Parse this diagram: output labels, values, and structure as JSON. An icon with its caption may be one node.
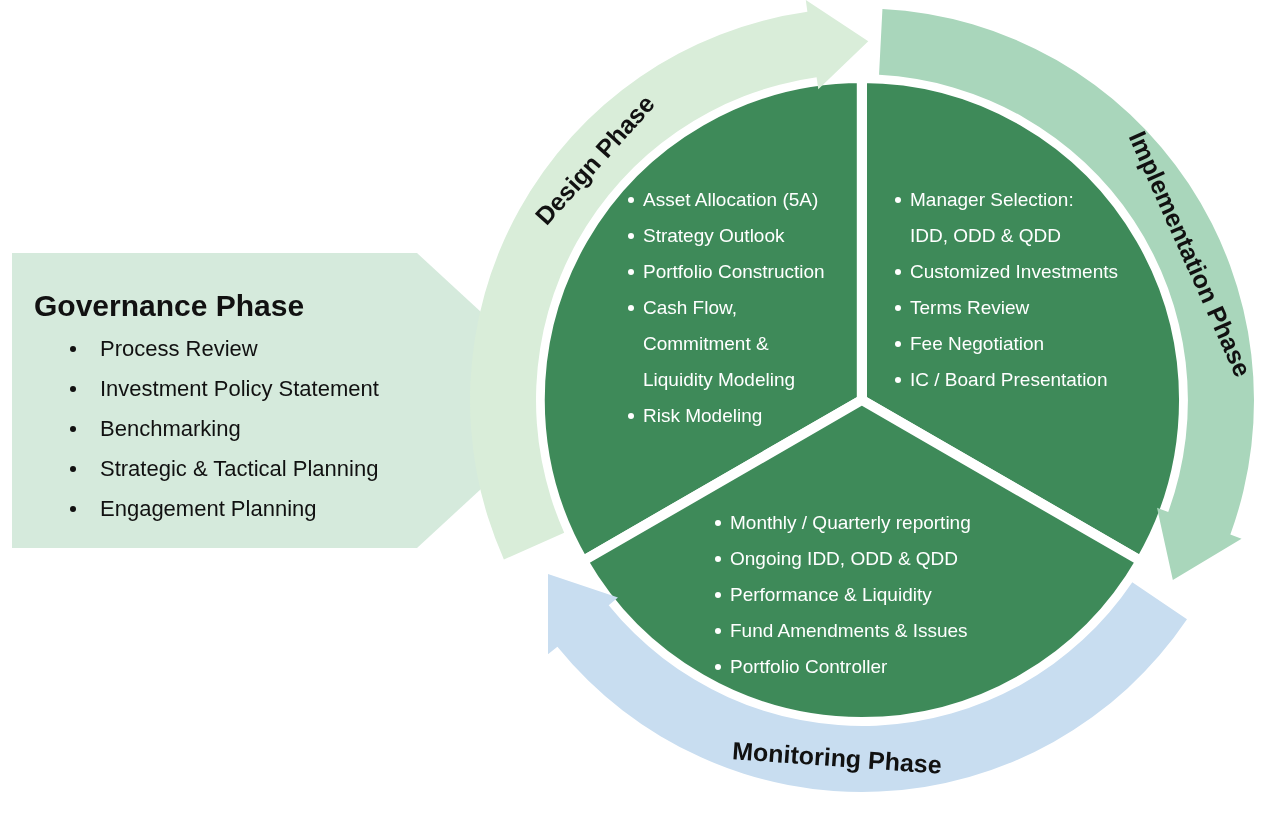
{
  "diagram": {
    "nodes": [
      {
        "text": [
          "Governance Phase",
          "Process Review",
          "Investment Policy Statement",
          "Benchmarking",
          "Strategic & Tactical Planning",
          "Engagement Planning"
        ]
      },
      {
        "text": [
          "Asset Allocation (5A)",
          "Strategy Outlook",
          "Portfolio Construction",
          "Cash Flow, Commitment & Liquidity Modeling",
          "Risk Modeling"
        ]
      },
      {
        "text": [
          "Manager Selection: IDD, ODD & QDD",
          "Customized Investments",
          "Terms Review",
          "Fee Negotiation",
          "IC / Board Presentation"
        ]
      },
      {
        "text": [
          "Monthly / Quarterly reporting",
          "Ongoing IDD, ODD & QDD",
          "Performance & Liquidity",
          "Fund Amendments & Issues",
          "Portfolio Controller"
        ]
      },
      {
        "text": [
          "Design Phase"
        ]
      },
      {
        "text": [
          "Implementation Phase"
        ]
      },
      {
        "text": [
          "Monitoring Phase"
        ]
      }
    ]
  }
}
